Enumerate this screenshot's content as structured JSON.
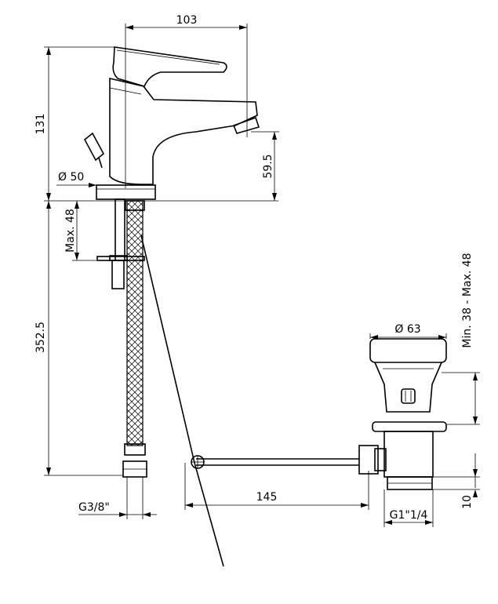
{
  "dimensions": {
    "width_top": "103",
    "height_total": "131",
    "spout_height": "59.5",
    "base_diameter": "Ø 50",
    "deck_thickness": "Max. 48",
    "hose_length": "352.5",
    "hose_thread": "G3/8\"",
    "waste_diameter": "Ø 63",
    "basin_thickness": "Min. 38 - Max. 48",
    "rod_length": "145",
    "waste_thread": "G1\"1/4",
    "waste_thread_height": "10"
  }
}
